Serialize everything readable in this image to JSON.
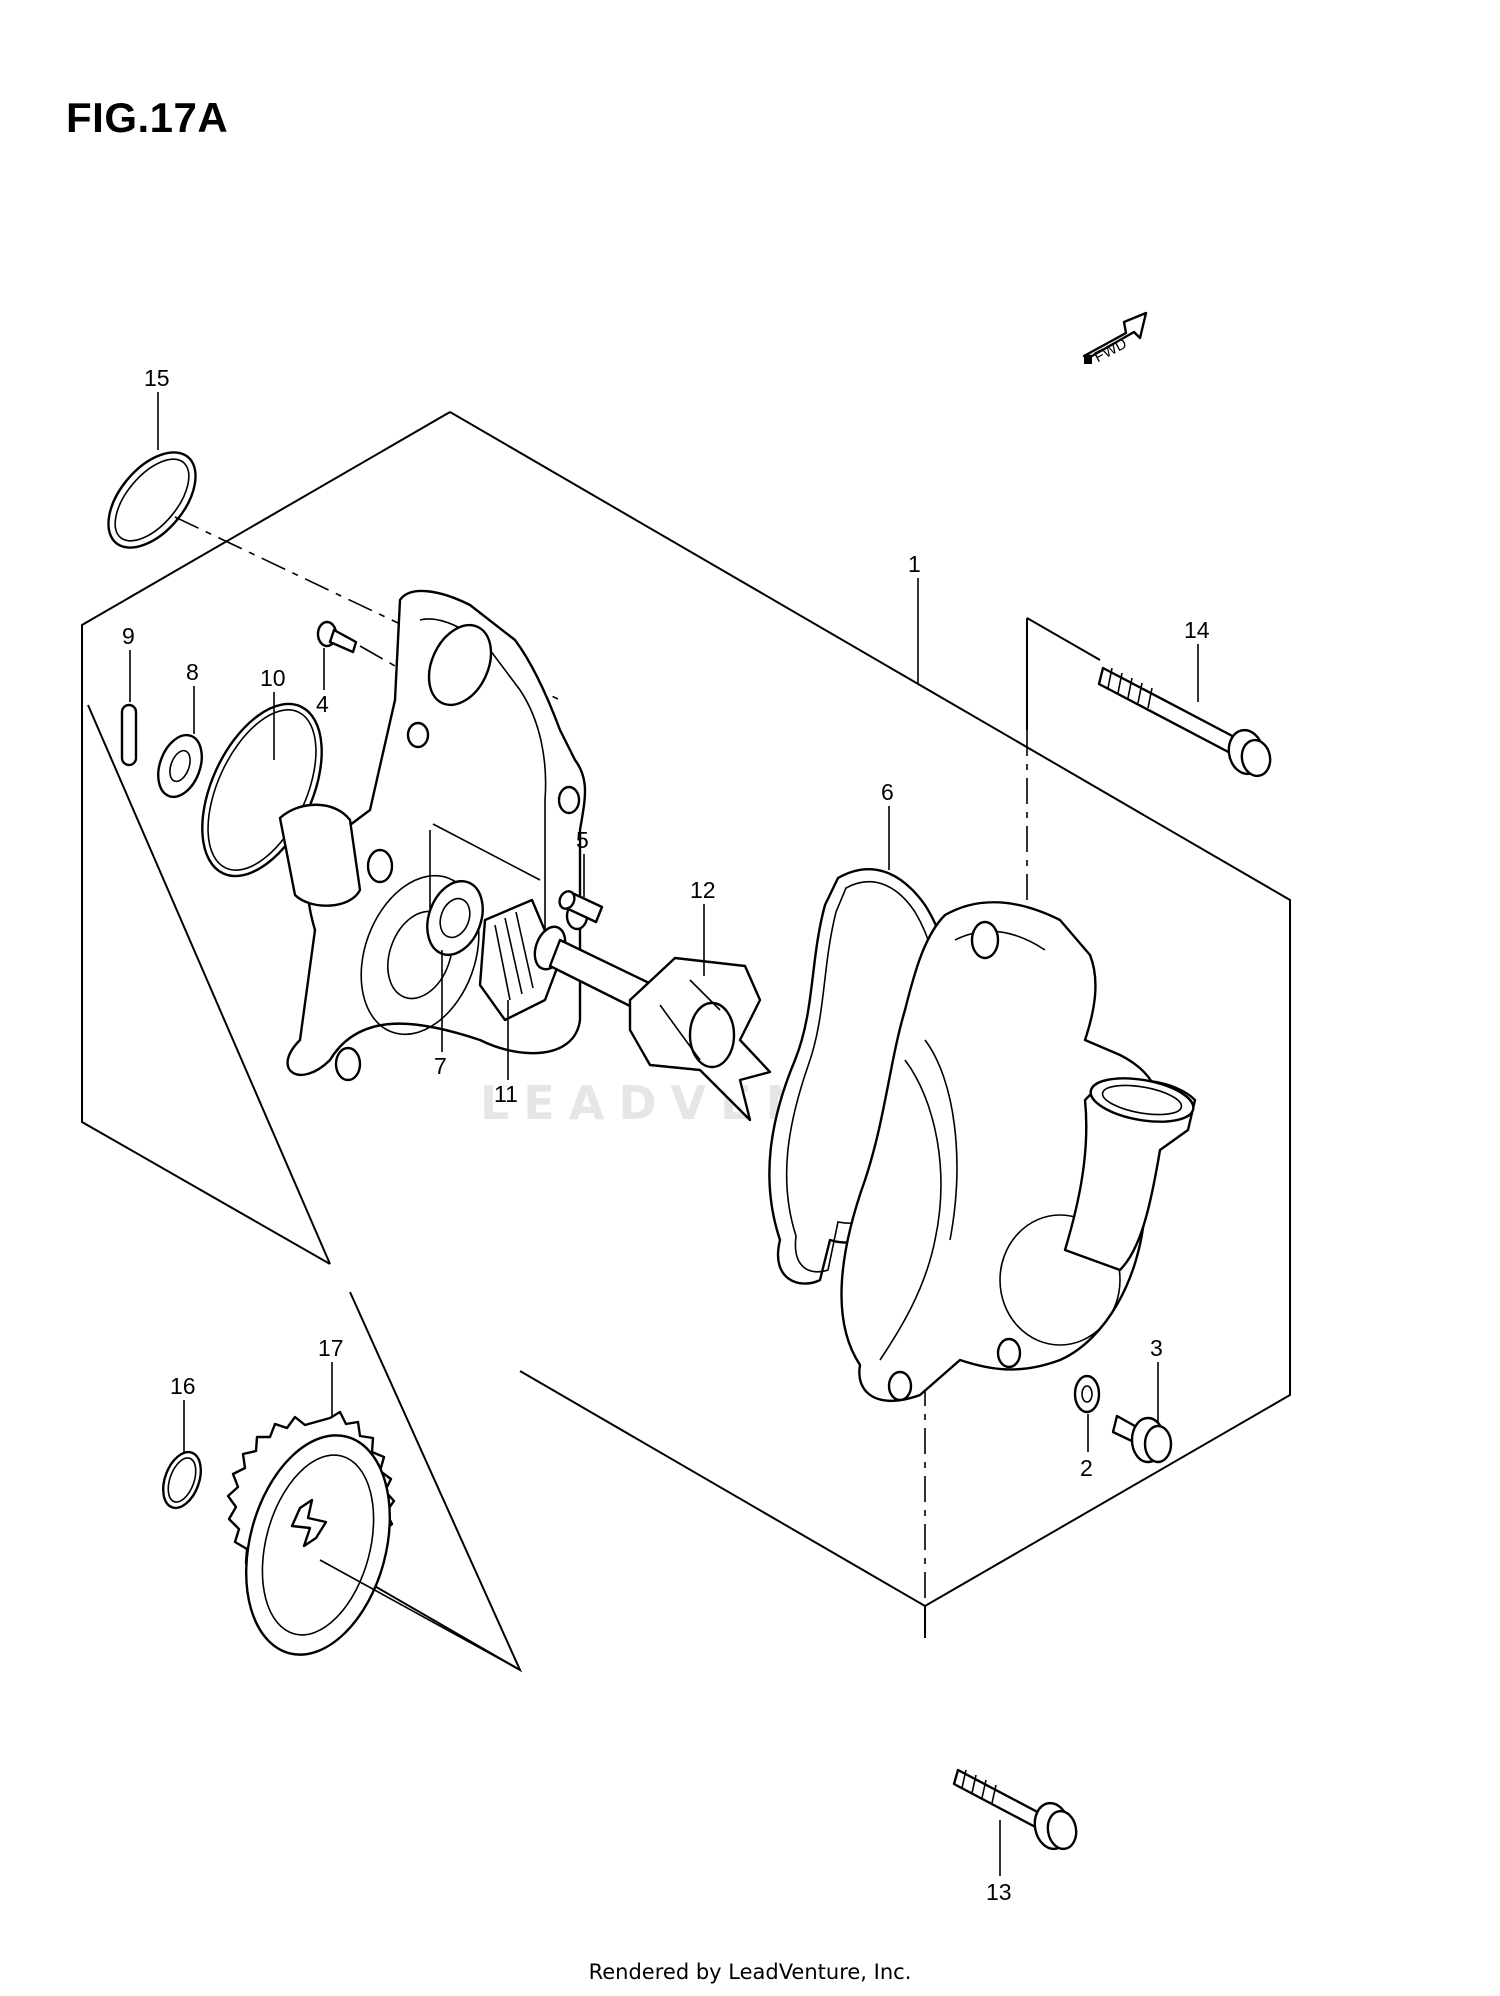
{
  "figure": {
    "title": "FIG.17A"
  },
  "direction_marker": {
    "label": "FWD",
    "icon": "fwd-arrow-icon"
  },
  "callouts": [
    {
      "id": "1",
      "label": "1"
    },
    {
      "id": "2",
      "label": "2"
    },
    {
      "id": "3",
      "label": "3"
    },
    {
      "id": "4",
      "label": "4"
    },
    {
      "id": "5",
      "label": "5"
    },
    {
      "id": "6",
      "label": "6"
    },
    {
      "id": "7",
      "label": "7"
    },
    {
      "id": "8",
      "label": "8"
    },
    {
      "id": "9",
      "label": "9"
    },
    {
      "id": "10",
      "label": "10"
    },
    {
      "id": "11",
      "label": "11"
    },
    {
      "id": "12",
      "label": "12"
    },
    {
      "id": "13",
      "label": "13"
    },
    {
      "id": "14",
      "label": "14"
    },
    {
      "id": "15",
      "label": "15"
    },
    {
      "id": "16",
      "label": "16"
    },
    {
      "id": "17",
      "label": "17"
    }
  ],
  "watermark": {
    "text": "LEADVENTURE",
    "icon": "leadventure-flame-logo-icon"
  },
  "footer": {
    "text": "Rendered by LeadVenture, Inc."
  }
}
